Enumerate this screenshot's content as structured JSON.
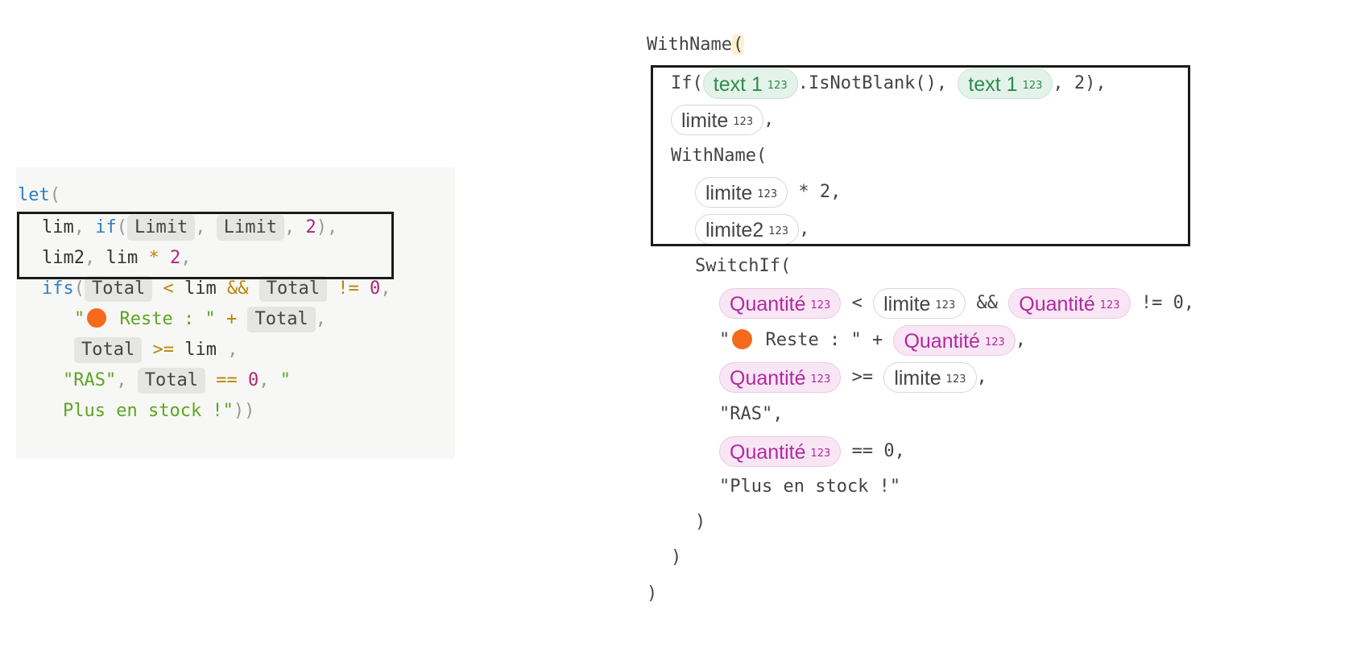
{
  "left": {
    "line1": {
      "kw": "let",
      "paren": "("
    },
    "line2": {
      "var": "lim",
      "comma1": ", ",
      "kw": "if",
      "paren": "(",
      "pill1": "Limit",
      "comma2": ", ",
      "pill2": "Limit",
      "comma3": ", ",
      "num": "2",
      "close": "),"
    },
    "line3": {
      "var": "lim2",
      "comma": ", ",
      "ref": "lim",
      "op": " * ",
      "num": "2",
      "close": ","
    },
    "line4": {
      "kw": "ifs",
      "paren": "(",
      "pill1": "Total",
      "op1": " < ",
      "ref": "lim",
      "op2": " && ",
      "pill2": "Total",
      "op3": " != ",
      "num": "0",
      "close": ","
    },
    "line5": {
      "q1": "\"",
      "str": " Reste : \"",
      "op": " + ",
      "pill": "Total",
      "close": ","
    },
    "line6": {
      "pill": "Total",
      "op": " >= ",
      "ref": "lim",
      "close": " ,"
    },
    "line7": {
      "str1": "\"RAS\"",
      "comma": ", ",
      "pill": "Total",
      "op": " == ",
      "num": "0",
      "comma2": ", ",
      "str2": "\""
    },
    "line8": {
      "str": "Plus en stock !\"",
      "close": "))"
    }
  },
  "right": {
    "r1": {
      "fn": "WithName",
      "paren": "("
    },
    "r2": {
      "fn": "If(",
      "pill1": "text 1",
      "method": ".IsNotBlank(), ",
      "pill2": "text 1",
      "tail": ", 2),"
    },
    "r3": {
      "pill": "limite",
      "tail": ","
    },
    "r4": {
      "fn": "WithName("
    },
    "r5": {
      "pill": "limite",
      "tail": " * 2,"
    },
    "r6": {
      "pill": "limite2",
      "tail": ","
    },
    "r7": {
      "fn": "SwitchIf("
    },
    "r8": {
      "pill1": "Quantité",
      "op1": " < ",
      "pill2": "limite",
      "op2": " && ",
      "pill3": "Quantité",
      "tail": " != 0,"
    },
    "r9": {
      "q": "\"",
      "str": " Reste : \" + ",
      "pill": "Quantité",
      "tail": ","
    },
    "r10": {
      "pill1": "Quantité",
      "op": " >= ",
      "pill2": "limite",
      "tail": ","
    },
    "r11": {
      "str": "\"RAS\","
    },
    "r12": {
      "pill": "Quantité",
      "tail": " == 0,"
    },
    "r13": {
      "str": "\"Plus en stock !\""
    },
    "r14": {
      "close": ")"
    },
    "r15": {
      "close": ")"
    },
    "r16": {
      "close": ")"
    },
    "badge": "123"
  },
  "colors": {
    "orange_dot": "#f56a1c",
    "green_pill": "#2e8b4d",
    "pink_pill": "#b02aa0",
    "keyword_blue": "#2f7fc1"
  }
}
